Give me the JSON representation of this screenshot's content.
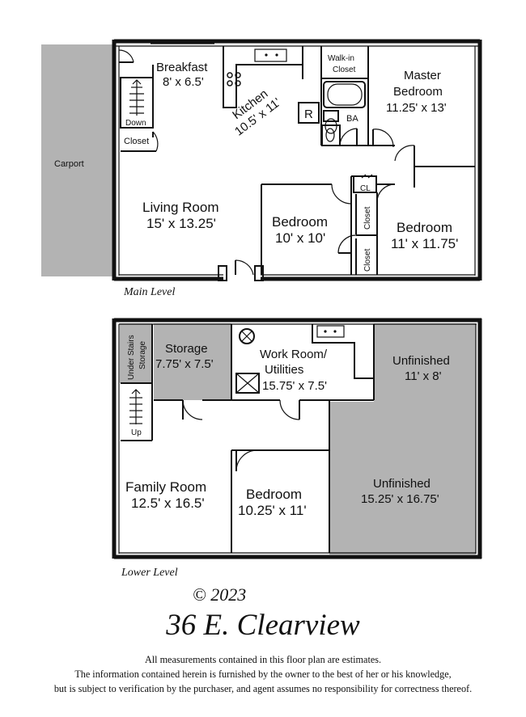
{
  "colors": {
    "unfinished_fill": "#b3b3b3",
    "wall": "#111111"
  },
  "main_level": {
    "caption": "Main Level",
    "carport": "Carport",
    "breakfast": {
      "name": "Breakfast",
      "size": "8' x 6.5'"
    },
    "kitchen": {
      "name": "Kitchen",
      "size": "10.5' x 11'"
    },
    "refrigerator": "R",
    "walkin_closet": {
      "line1": "Walk-in",
      "line2": "Closet"
    },
    "bath": "BA",
    "master_bedroom": {
      "name1": "Master",
      "name2": "Bedroom",
      "size": "11.25' x 13'"
    },
    "stairs_down": "Down",
    "closet_left": "Closet",
    "living_room": {
      "name": "Living Room",
      "size": "15' x 13.25'"
    },
    "bedroom_a": {
      "name": "Bedroom",
      "size": "10' x 10'"
    },
    "bedroom_b": {
      "name": "Bedroom",
      "size": "11' x 11.75'"
    },
    "cl": "CL",
    "closet_v1": "Closet",
    "closet_v2": "Closet"
  },
  "lower_level": {
    "caption": "Lower Level",
    "under_stairs": {
      "line1": "Under Stairs",
      "line2": "Storage"
    },
    "storage": {
      "name": "Storage",
      "size": "7.75' x 7.5'"
    },
    "work_room": {
      "name1": "Work Room/",
      "name2": "Utilities",
      "size": "15.75' x 7.5'"
    },
    "unfinished_a": {
      "name": "Unfinished",
      "size": "11' x 8'"
    },
    "unfinished_b": {
      "name": "Unfinished",
      "size": "15.25' x 16.75'"
    },
    "stairs_up": "Up",
    "family_room": {
      "name": "Family Room",
      "size": "12.5' x 16.5'"
    },
    "bedroom": {
      "name": "Bedroom",
      "size": "10.25' x 11'"
    }
  },
  "footer": {
    "copyright": "© 2023",
    "address": "36 E. Clearview",
    "disclaimer_1": "All measurements contained in this floor plan are estimates.",
    "disclaimer_2": "The information contained herein is furnished by the owner to the best of her or his knowledge,",
    "disclaimer_3": "but is subject to verification by the purchaser, and agent assumes no responsibility for correctness thereof."
  }
}
